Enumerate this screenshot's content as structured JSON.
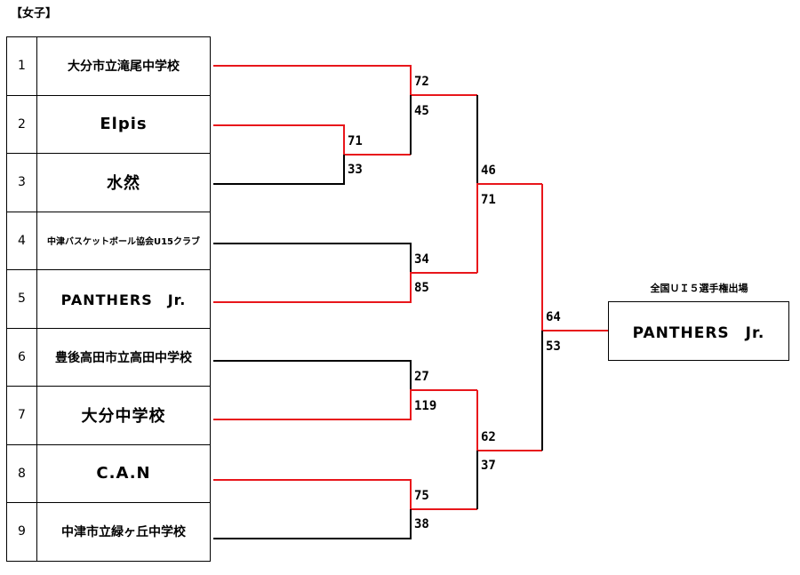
{
  "heading": "【女子】",
  "teams": [
    {
      "seed": "1",
      "name": "大分市立滝尾中学校"
    },
    {
      "seed": "2",
      "name": "Elpis"
    },
    {
      "seed": "3",
      "name": "水然"
    },
    {
      "seed": "4",
      "name": "中津バスケットボール協会U15クラブ"
    },
    {
      "seed": "5",
      "name": "PANTHERS　Jr."
    },
    {
      "seed": "6",
      "name": "豊後高田市立高田中学校"
    },
    {
      "seed": "7",
      "name": "大分中学校"
    },
    {
      "seed": "8",
      "name": "C.A.N"
    },
    {
      "seed": "9",
      "name": "中津市立緑ヶ丘中学校"
    }
  ],
  "scores": {
    "m23_top": "71",
    "m23_bot": "33",
    "m1_top": "72",
    "m1_bot": "45",
    "m45_top": "34",
    "m45_bot": "85",
    "m67_top": "27",
    "m67_bot": "119",
    "m89_top": "75",
    "m89_bot": "38",
    "sf1_top": "46",
    "sf1_bot": "71",
    "sf2_top": "62",
    "sf2_bot": "37",
    "final_top": "64",
    "final_bot": "53"
  },
  "champion": {
    "label": "全国ＵＩ５選手権出場",
    "name": "PANTHERS　Jr."
  },
  "colors": {
    "winner_line": "#e8161b",
    "loser_line": "#000000"
  }
}
